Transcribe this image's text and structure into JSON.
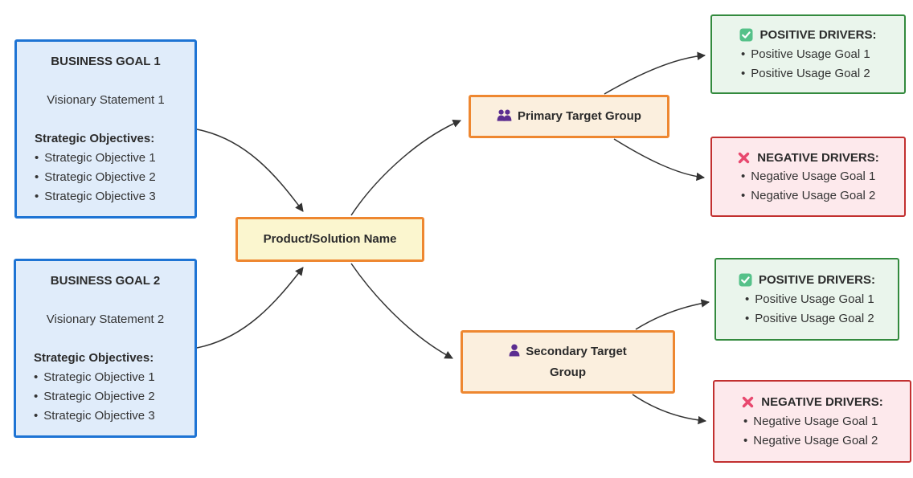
{
  "diagram": {
    "goals": [
      {
        "title": "BUSINESS GOAL 1",
        "vision": "Visionary Statement 1",
        "objectives_heading": "Strategic Objectives:",
        "objectives": [
          "Strategic Objective 1",
          "Strategic Objective 2",
          "Strategic Objective 3"
        ]
      },
      {
        "title": "BUSINESS GOAL 2",
        "vision": "Visionary Statement 2",
        "objectives_heading": "Strategic Objectives:",
        "objectives": [
          "Strategic Objective 1",
          "Strategic Objective 2",
          "Strategic Objective 3"
        ]
      }
    ],
    "product": {
      "label": "Product/Solution Name"
    },
    "target_groups": [
      {
        "label": "Primary Target Group",
        "icon": "users-icon"
      },
      {
        "label": "Secondary Target Group",
        "icon": "user-icon"
      }
    ],
    "drivers": [
      {
        "kind": "positive",
        "icon": "check-icon",
        "title": "POSITIVE DRIVERS:",
        "items": [
          "Positive Usage Goal 1",
          "Positive Usage Goal 2"
        ]
      },
      {
        "kind": "negative",
        "icon": "x-icon",
        "title": "NEGATIVE DRIVERS:",
        "items": [
          "Negative Usage Goal 1",
          "Negative Usage Goal 2"
        ]
      },
      {
        "kind": "positive",
        "icon": "check-icon",
        "title": "POSITIVE DRIVERS:",
        "items": [
          "Positive Usage Goal 1",
          "Positive Usage Goal 2"
        ]
      },
      {
        "kind": "negative",
        "icon": "x-icon",
        "title": "NEGATIVE DRIVERS:",
        "items": [
          "Negative Usage Goal 1",
          "Negative Usage Goal 2"
        ]
      }
    ]
  },
  "colors": {
    "goal_fill": "#e0ecfa",
    "goal_border": "#1e74d4",
    "product_fill": "#fbf6cf",
    "product_border": "#ee8730",
    "target_fill": "#fbefde",
    "target_border": "#ee8730",
    "positive_fill": "#eaf5ec",
    "positive_border": "#338a3e",
    "negative_fill": "#fde9ec",
    "negative_border": "#c23030",
    "icon_purple": "#5b2d90",
    "check_green": "#55c189",
    "x_pink": "#e8486e",
    "edge": "#333333",
    "text": "#333333"
  }
}
